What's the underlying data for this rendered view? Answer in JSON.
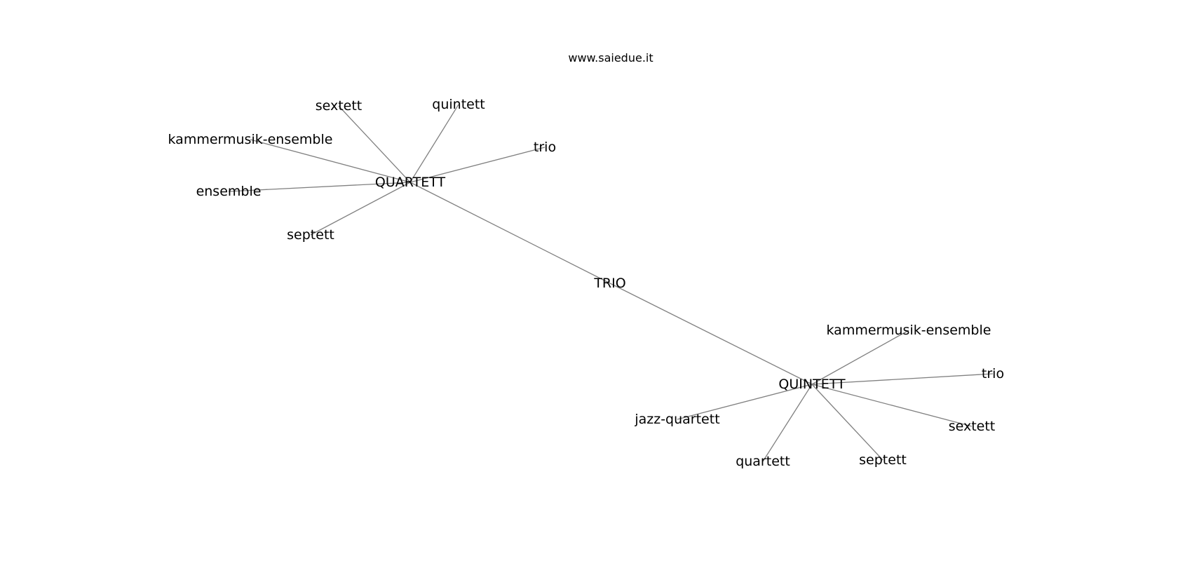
{
  "header": {
    "site": "www.saiedue.it"
  },
  "diagram": {
    "edge_color": "#808080",
    "text_color": "#000000",
    "background": "#ffffff",
    "nodes": [
      {
        "id": "trio_center",
        "label": "TRIO"
      },
      {
        "id": "quartett_hub",
        "label": "QUARTETT"
      },
      {
        "id": "quintett_hub",
        "label": "QUINTETT"
      },
      {
        "id": "q_sextett",
        "label": "sextett"
      },
      {
        "id": "q_quintett",
        "label": "quintett"
      },
      {
        "id": "q_kammer",
        "label": "kammermusik-ensemble"
      },
      {
        "id": "q_trio",
        "label": "trio"
      },
      {
        "id": "q_ensemble",
        "label": "ensemble"
      },
      {
        "id": "q_septett",
        "label": "septett"
      },
      {
        "id": "p_kammer",
        "label": "kammermusik-ensemble"
      },
      {
        "id": "p_trio",
        "label": "trio"
      },
      {
        "id": "p_jazz",
        "label": "jazz-quartett"
      },
      {
        "id": "p_sextett",
        "label": "sextett"
      },
      {
        "id": "p_septett",
        "label": "septett"
      },
      {
        "id": "p_quartett",
        "label": "quartett"
      }
    ],
    "edges": [
      [
        "quartett_hub",
        "trio_center"
      ],
      [
        "trio_center",
        "quintett_hub"
      ],
      [
        "quartett_hub",
        "q_sextett"
      ],
      [
        "quartett_hub",
        "q_quintett"
      ],
      [
        "quartett_hub",
        "q_kammer"
      ],
      [
        "quartett_hub",
        "q_trio"
      ],
      [
        "quartett_hub",
        "q_ensemble"
      ],
      [
        "quartett_hub",
        "q_septett"
      ],
      [
        "quintett_hub",
        "p_kammer"
      ],
      [
        "quintett_hub",
        "p_trio"
      ],
      [
        "quintett_hub",
        "p_jazz"
      ],
      [
        "quintett_hub",
        "p_sextett"
      ],
      [
        "quintett_hub",
        "p_septett"
      ],
      [
        "quintett_hub",
        "p_quartett"
      ]
    ]
  }
}
